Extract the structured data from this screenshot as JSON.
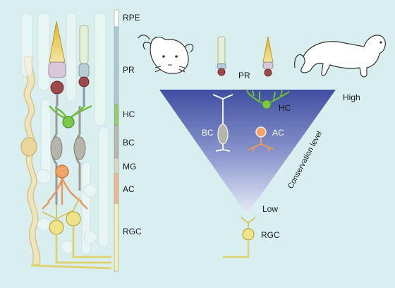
{
  "layers": [
    {
      "label": "RPE",
      "color": "#ffffff"
    },
    {
      "label": "PR",
      "color": "#a9c8d6"
    },
    {
      "label": "HC",
      "color": "#8fcb6a"
    },
    {
      "label": "BC",
      "color": "#b8b8b0"
    },
    {
      "label": "MG",
      "color": "#d9d6bf"
    },
    {
      "label": "AC",
      "color": "#f0b98a"
    },
    {
      "label": "RGC",
      "color": "#f3efb2"
    }
  ],
  "funnel": {
    "pr_label": "PR",
    "hc_label": "HC",
    "bc_label": "BC",
    "ac_label": "AC",
    "rgc_label": "RGC",
    "high_label": "High",
    "low_label": "Low",
    "axis_label": "Conservation level"
  },
  "icons": {
    "left_animal": "mouse-icon",
    "right_animal": "monkey-icon"
  }
}
